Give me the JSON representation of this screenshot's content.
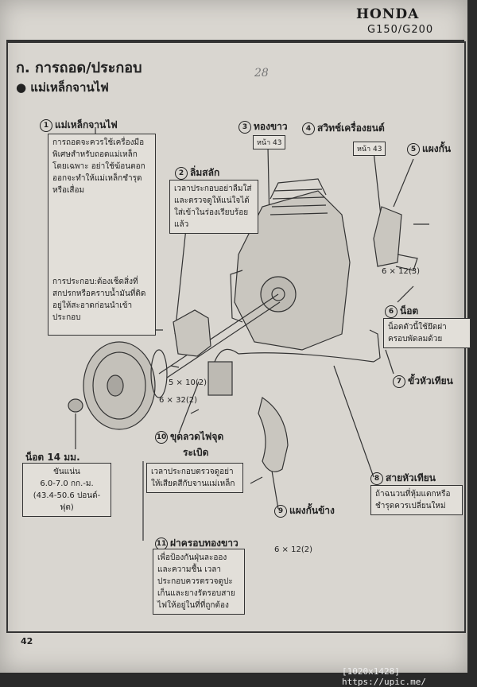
{
  "header": {
    "brand": "HONDA",
    "model": "G150/G200"
  },
  "section_title": "ก. การถอด/ประกอบ",
  "subsection_title": "● แม่เหล็กจานไฟ",
  "pencil_note": "28",
  "page_number": "42",
  "site_caption": "[1020x1428] https://upic.me/",
  "labels": {
    "flywheel": {
      "num": "1",
      "text": "แม่เหล็กจานไฟ"
    },
    "key": {
      "num": "2",
      "text": "ลิ่มสลัก"
    },
    "copper": {
      "num": "3",
      "text": "ทองขาว"
    },
    "switch": {
      "num": "4",
      "text": "สวิทช์เครื่องยนต์"
    },
    "shield": {
      "num": "5",
      "text": "แผงกั้น"
    },
    "bolt": {
      "num": "6",
      "text": "น็อต"
    },
    "plug_cap": {
      "num": "7",
      "text": "ขั้วหัวเทียน"
    },
    "plug_wire": {
      "num": "8",
      "text": "สายหัวเทียน"
    },
    "side_shield": {
      "num": "9",
      "text": "แผงกั้นข้าง"
    },
    "coil_line1": {
      "num": "10",
      "text": "ขุดลวดไฟจุด"
    },
    "coil_line2": "ระเบิด",
    "cover": {
      "num": "11",
      "text": "ฝาครอบทองขาว"
    }
  },
  "boxes": {
    "flywheel_note_top": "การถอดจะควรใช้เครื่องมือพิเศษสำหรับถอดแม่เหล็กโดยเฉพาะ อย่าใช้ฆ้อนตอกออกจะทำให้แม่เหล็กชำรุดหรือเสื่อม",
    "flywheel_note_bottom": "การประกอบ:ต้องเช็ดสิ่งที่สกปรกหรือคราบน้ำมันที่ติดอยู่ให้สะอาดก่อนนำเข้าประกอบ",
    "key_note": "เวลาประกอบอย่าลืมใส่และตรวจดูให้แน่ใจได้ใส่เข้าในร่องเรียบร้อยแล้ว",
    "bolt_note": "น็อตตัวนี้ใช้ยึดฝาครอบพัดลมด้วย",
    "wire_note": "ถ้าฉนวนที่หุ้มแตกหรือชำรุดควรเปลี่ยนใหม่",
    "coil_note": "เวลาประกอบตรวจดูอย่าให้เสียดสีกับจานแม่เหล็ก",
    "cover_note": "เพื่อป้องกันฝุ่นละอองและความชื้น เวลาประกอบควรตรวจดูปะเก็นและยางรัดรอบสายไฟให้อยู่ในที่ที่ถูกต้อง"
  },
  "refs": {
    "copper_page": "หน้า 43",
    "switch_page": "หน้า 43"
  },
  "specs": {
    "bolt_6x12_top": "6 × 12(3)",
    "bolt_5x10": "5 × 10(2)",
    "bolt_6x32": "6 × 32(2)",
    "bolt_6x12_bottom": "6 × 12(2)",
    "nut_label": "น็อต 14 มม.",
    "torque_title": "ขันแน่น",
    "torque_kgm": "6.0-7.0 กก.-ม.",
    "torque_lbft": "(43.4-50.6 ปอนด์-ฟุต)"
  }
}
